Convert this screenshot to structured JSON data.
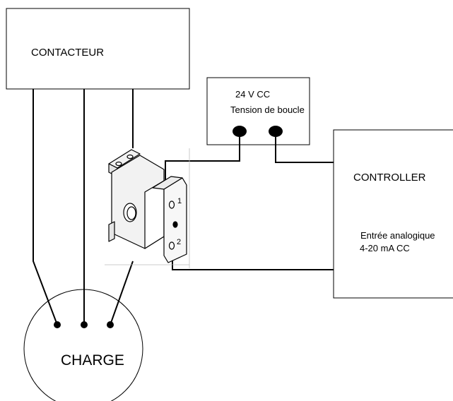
{
  "contactor": {
    "label": "CONTACTEUR"
  },
  "power_supply": {
    "line1": "24 V CC",
    "line2": "Tension de boucle"
  },
  "controller": {
    "title": "CONTROLLER",
    "input_line1": "Entrée analogique",
    "input_line2": "4-20 mA CC"
  },
  "load": {
    "label": "CHARGE"
  },
  "sensor": {
    "terminal_1": "1",
    "terminal_2": "2"
  },
  "colors": {
    "stroke": "#000000",
    "background": "#ffffff",
    "sensor_fill": "#f2f2f2"
  }
}
